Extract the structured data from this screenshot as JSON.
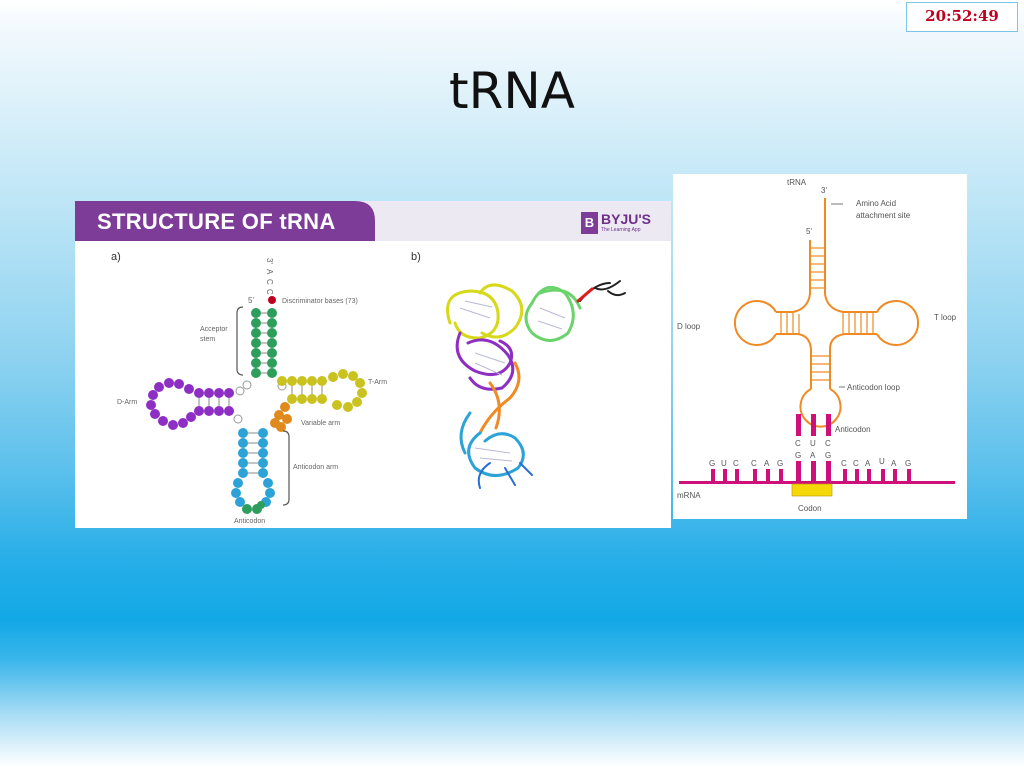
{
  "clock": "20:52:49",
  "title": "tRNA",
  "left_figure": {
    "banner": "STRUCTURE OF tRNA",
    "brand_letter": "B",
    "brand": "BYJU'S",
    "brand_tagline": "The Learning App",
    "label_a": "a)",
    "label_b": "b)",
    "five_prime": "5'",
    "three_prime_cca": [
      "3'",
      "A",
      "C",
      "C"
    ],
    "discriminator": "Discriminator bases (73)",
    "acceptor_stem": [
      "Acceptor",
      "stem"
    ],
    "d_arm": "D-Arm",
    "t_arm": "T-Arm",
    "variable_arm": "Variable arm",
    "anticodon_arm": "Anticodon arm",
    "anticodon": "Anticodon"
  },
  "right_figure": {
    "trna": "tRNA",
    "three_prime": "3'",
    "five_prime": "5'",
    "amino_acid_site": [
      "Amino Acid",
      "attachment site"
    ],
    "d_loop": "D loop",
    "t_loop": "T loop",
    "anticodon_loop": "Anticodon loop",
    "anticodon": "Anticodon",
    "anticodon_top": [
      "C",
      "U",
      "C"
    ],
    "anticodon_bottom": [
      "G",
      "A",
      "G"
    ],
    "mrna_left": [
      "G",
      "U",
      "C",
      "C",
      "A",
      "G"
    ],
    "mrna_right": [
      "C",
      "C",
      "A",
      "U",
      "A",
      "G"
    ],
    "mrna": "mRNA",
    "codon": "Codon"
  },
  "colors": {
    "clock_text": "#c0001e",
    "banner_purple": "#7d3c98",
    "acceptor_green": "#2e9e5c",
    "d_arm_purple": "#8e2fc4",
    "t_arm_yellow": "#c9c21f",
    "variable_orange": "#e08a1e",
    "anticodon_blue": "#2da2d6",
    "orange_structure": "#f08a24",
    "magenta_bonds": "#d0107a",
    "codon_yellow": "#f5d80a"
  }
}
